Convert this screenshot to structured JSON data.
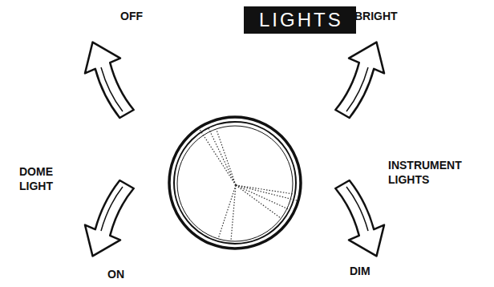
{
  "diagram": {
    "title": "LIGHTS",
    "labels": [
      "OFF",
      "DOME LIGHT",
      "ON",
      "BRIGHT",
      "INSTRUMENT LIGHTS",
      "DIM"
    ]
  }
}
